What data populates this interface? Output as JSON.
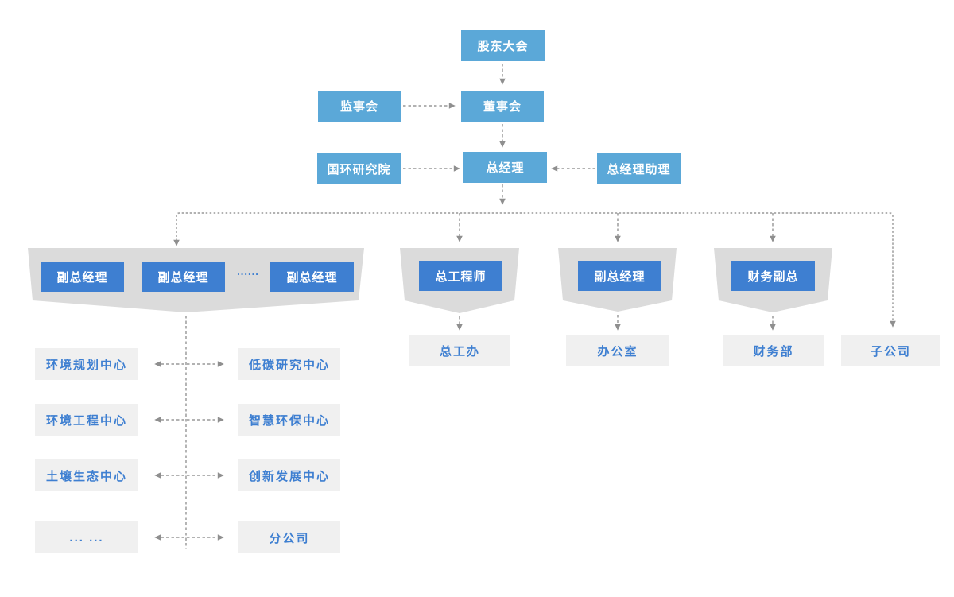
{
  "nodes": {
    "shareholders": "股东大会",
    "supervisory_board": "监事会",
    "board_of_directors": "董事会",
    "research_institute": "国环研究院",
    "general_manager": "总经理",
    "gm_assistant": "总经理助理"
  },
  "groups": {
    "deputy_gm_group": {
      "members": [
        "副总经理",
        "副总经理",
        "副总经理"
      ],
      "ellipsis": "......"
    },
    "chief_engineer": "总工程师",
    "deputy_gm": "副总经理",
    "finance_deputy": "财务副总"
  },
  "offices": {
    "chief_engineer_office": "总工办",
    "general_office": "办公室",
    "finance_dept": "财务部",
    "subsidiary": "子公司"
  },
  "department_rows": [
    {
      "left": "环境规划中心",
      "right": "低碳研究中心"
    },
    {
      "left": "环境工程中心",
      "right": "智慧环保中心"
    },
    {
      "left": "土壤生态中心",
      "right": "创新发展中心"
    },
    {
      "left": "... ...",
      "right": "分公司"
    }
  ],
  "colors": {
    "light_blue": "#5BA8D8",
    "dark_blue": "#3E7FD1",
    "banner_gray": "#DBDBDB",
    "leaf_gray": "#F0F0F0",
    "leaf_text_blue": "#3E7FD1",
    "line_gray": "#A8A8A8",
    "arrow_gray": "#8F8F8F"
  }
}
